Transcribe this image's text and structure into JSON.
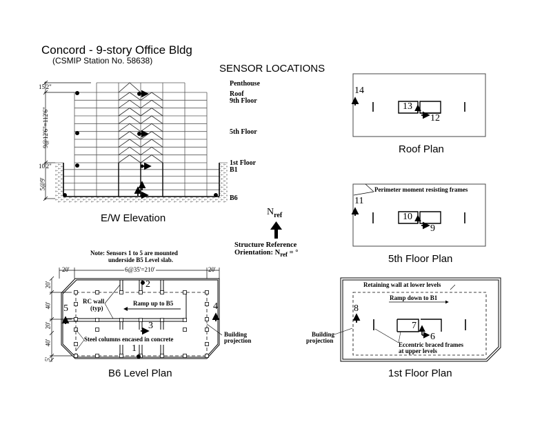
{
  "header": {
    "title": "Concord - 9-story Office Bldg",
    "subtitle": "(CSMIP Station No. 58638)",
    "sensor_locations": "SENSOR LOCATIONS"
  },
  "elevation": {
    "caption": "E/W Elevation",
    "floor_labels": {
      "penthouse": "Penthouse",
      "roof": "Roof",
      "ninth": "9th Floor",
      "fifth": "5th Floor",
      "first": "1st Floor",
      "b1": "B1",
      "b6": "B6"
    },
    "dimensions": {
      "penthouse_height": "15'2\"",
      "typical_floors": "9@12'6\"=112'6\"",
      "first_story": "10'2\"",
      "basement": "5@9'"
    }
  },
  "north_reference": {
    "label": "N",
    "subscript": "ref",
    "caption_line1": "Structure Reference",
    "caption_line2_prefix": "Orientation: N",
    "caption_line2_sub": "ref",
    "caption_line2_suffix": " = °"
  },
  "roof_plan": {
    "caption": "Roof Plan",
    "sensors": [
      "14",
      "13",
      "12"
    ]
  },
  "fifth_floor_plan": {
    "caption": "5th Floor Plan",
    "annotation": "Perimeter moment resisting frames",
    "sensors": [
      "11",
      "10",
      "9"
    ]
  },
  "b6_plan": {
    "caption": "B6 Level Plan",
    "note_line1": "Note: Sensors 1 to 5 are mounted",
    "note_line2": "underside B5 Level slab.",
    "dims_top": [
      "20'",
      "6@35'=210'",
      "20'"
    ],
    "dims_left": [
      "20'",
      "40'",
      "20'",
      "40'",
      "5'"
    ],
    "annotations": {
      "rc_wall": "RC wall",
      "rc_wall_typ": "(typ)",
      "ramp": "Ramp up to B5",
      "steel_columns": "Steel columns encased in concrete",
      "building_projection_1": "Building",
      "building_projection_2": "projection"
    },
    "sensors": [
      "1",
      "2",
      "3",
      "4",
      "5"
    ]
  },
  "first_floor_plan": {
    "caption": "1st Floor Plan",
    "annotations": {
      "retaining_wall": "Retaining wall at lower levels",
      "ramp": "Ramp down to B1",
      "building_projection_1": "Building",
      "building_projection_2": "projection",
      "ebf_1": "Eccentric braced frames",
      "ebf_2": "at upper levels"
    },
    "sensors": [
      "8",
      "7",
      "6"
    ]
  }
}
